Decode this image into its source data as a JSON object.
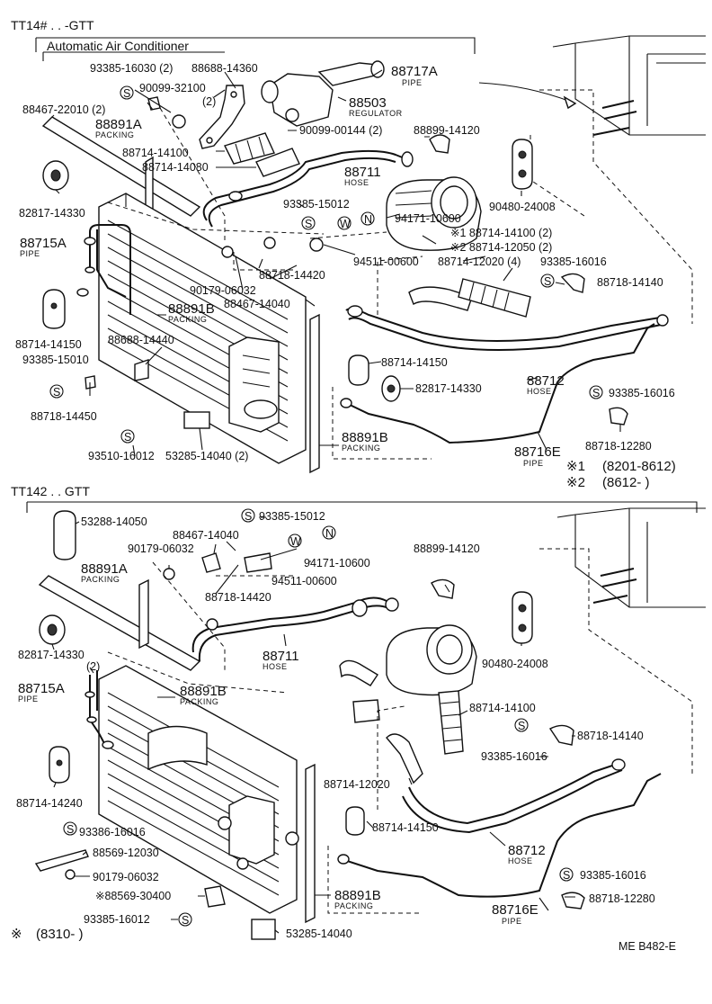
{
  "top_section": {
    "model": "TT14# . . -GTT",
    "subtitle": "Automatic Air Conditioner",
    "labels": {
      "p93385_16030": "93385-16030 (2)",
      "p88688_14360": "88688-14360",
      "p90099_32100": "90099-32100",
      "p90099_32100_qty": "(2)",
      "p88717A": "88717A",
      "p88717A_sub": "PIPE",
      "p88467_22010": "88467-22010 (2)",
      "p88891A": "88891A",
      "p88891A_sub": "PACKING",
      "p88503": "88503",
      "p88503_sub": "REGULATOR",
      "p90099_00144": "90099-00144 (2)",
      "p88899_14120": "88899-14120",
      "p88714_14100": "88714-14100",
      "p88714_14080": "88714-14080",
      "p88711": "88711",
      "p88711_sub": "HOSE",
      "p82817_14330a": "82817-14330",
      "p93385_15012": "93385-15012",
      "p90480_24008": "90480-24008",
      "p94171_10600": "94171-10600",
      "p88714_14100_2": "※1 88714-14100 (2)",
      "p88714_12050_2": "※2 88714-12050 (2)",
      "p88715A": "88715A",
      "p88715A_sub": "PIPE",
      "p94511_00600": "94511-00600",
      "p88714_12020_4": "88714-12020 (4)",
      "p93385_16016a": "93385-16016",
      "p88718_14420": "88718-14420",
      "p88718_14140": "88718-14140",
      "p90179_06032": "90179-06032",
      "p88467_14040": "88467-14040",
      "p88891B_1": "88891B",
      "p88891B_1_sub": "PACKING",
      "p88714_14150a": "88714-14150",
      "p88688_14440": "88688-14440",
      "p93385_15010": "93385-15010",
      "p88712": "88712",
      "p88712_sub": "HOSE",
      "p82817_14330b": "82817-14330",
      "p93385_16016b": "93385-16016",
      "p88718_14450": "88718-14450",
      "p88891B_2": "88891B",
      "p88891B_2_sub": "PACKING",
      "p88718_12280": "88718-12280",
      "p88716E": "88716E",
      "p88716E_sub": "PIPE",
      "p93510_16012": "93510-16012",
      "p53285_14040_2": "53285-14040 (2)",
      "note1_mark": "※1",
      "note1_range": "(8201-8612)",
      "note2_mark": "※2",
      "note2_range": "(8612-        )",
      "s_mark": "S",
      "w_mark": "W",
      "n_mark": "N"
    }
  },
  "bottom_section": {
    "model": "TT142 . . GTT",
    "labels": {
      "p53288_14050": "53288-14050",
      "p88467_14040": "88467-14040",
      "p93385_15012": "93385-15012",
      "p90179_06032": "90179-06032",
      "p94171_10600": "94171-10600",
      "p88891A": "88891A",
      "p88891A_sub": "PACKING",
      "p94511_00600": "94511-00600",
      "p88899_14120": "88899-14120",
      "p88718_14420": "88718-14420",
      "p82817_14330": "82817-14330",
      "p88711": "88711",
      "p88711_sub": "HOSE",
      "p90480_24008": "90480-24008",
      "qty_2": "(2)",
      "p88715A": "88715A",
      "p88715A_sub": "PIPE",
      "p88891B_1": "88891B",
      "p88891B_1_sub": "PACKING",
      "p88714_14100": "88714-14100",
      "p88718_14140": "88718-14140",
      "p93385_16016a": "93385-16016",
      "p88714_14240": "88714-14240",
      "p88714_12020": "88714-12020",
      "p88714_14150": "88714-14150",
      "p93386_16016": "93386-16016",
      "p88569_12030": "88569-12030",
      "p88712": "88712",
      "p88712_sub": "HOSE",
      "p90179_06032b": "90179-06032",
      "p93385_16016b": "93385-16016",
      "p88569_30400": "※88569-30400",
      "p88891B_2": "88891B",
      "p88891B_2_sub": "PACKING",
      "p88718_12280": "88718-12280",
      "p93385_16012": "93385-16012",
      "p88716E": "88716E",
      "p88716E_sub": "PIPE",
      "p53285_14040": "53285-14040",
      "note_mark": "※",
      "note_range": "(8310-        )",
      "ref": "ME B482-E"
    }
  }
}
